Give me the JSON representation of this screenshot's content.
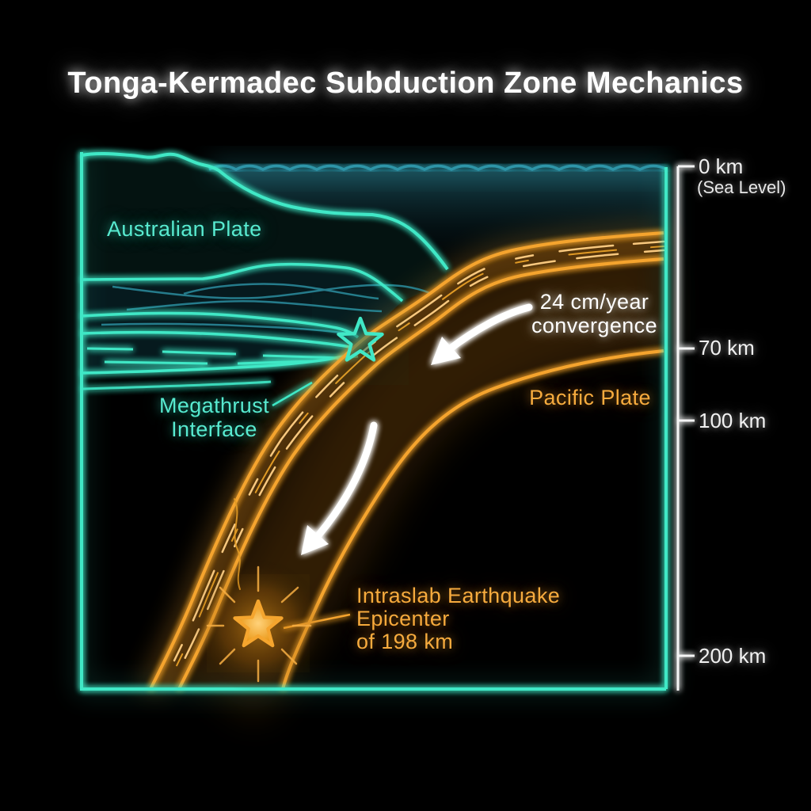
{
  "title": "Tonga-Kermadec Subduction Zone Mechanics",
  "plates": {
    "overriding": "Australian Plate",
    "subducting": "Pacific Plate"
  },
  "annotations": {
    "megathrust": {
      "line1": "Megathrust",
      "line2": "Interface"
    },
    "convergence": {
      "line1": "24 cm/year",
      "line2": "convergence"
    },
    "intraslab": {
      "line1": "Intraslab Earthquake",
      "line2": "Epicenter",
      "line3": "of 198 km"
    }
  },
  "depth_scale": {
    "ticks": [
      {
        "label": "0 km",
        "sublabel": "(Sea Level)"
      },
      {
        "label": "70 km"
      },
      {
        "label": "100 km"
      },
      {
        "label": "200 km"
      }
    ]
  },
  "icons": {
    "megathrust_marker": "teal-outline-star",
    "epicenter_marker": "orange-burst-star",
    "motion_indicators": "white-curved-arrow-down-left"
  },
  "colors": {
    "background": "#000000",
    "teal": "#3FE8C6",
    "sea_line": "#2E95A8",
    "orange": "#F5A42F",
    "white": "#FFFFFF"
  }
}
